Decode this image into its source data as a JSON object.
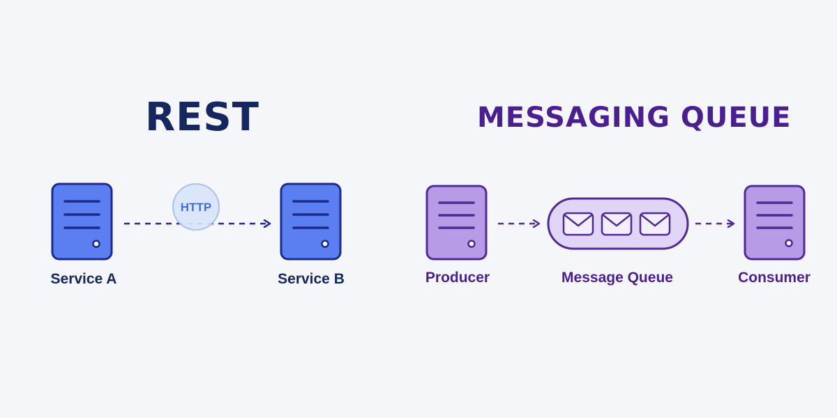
{
  "rest": {
    "title": "REST",
    "service_a": "Service A",
    "service_b": "Service B",
    "protocol": "HTTP"
  },
  "messaging": {
    "title": "MESSAGING QUEUE",
    "producer": "Producer",
    "queue": "Message Queue",
    "consumer": "Consumer",
    "message_count": 3
  },
  "icons": {
    "server": "server-icon",
    "message": "envelope-icon",
    "arrow": "dashed-arrow"
  },
  "colors": {
    "background": "#f5f6fa",
    "rest_fill": "#5b7ff0",
    "rest_stroke": "#1b2a8c",
    "rest_title": "#15275e",
    "http_badge_fill": "#d9e4fb",
    "http_badge_stroke": "#a9c0f2",
    "http_text": "#3f6fe0",
    "mq_fill": "#b79be6",
    "mq_stroke": "#4f2a97",
    "mq_title": "#4a1f8f",
    "queue_fill": "#e1d5f7",
    "envelope_fill": "#f3eefc"
  }
}
